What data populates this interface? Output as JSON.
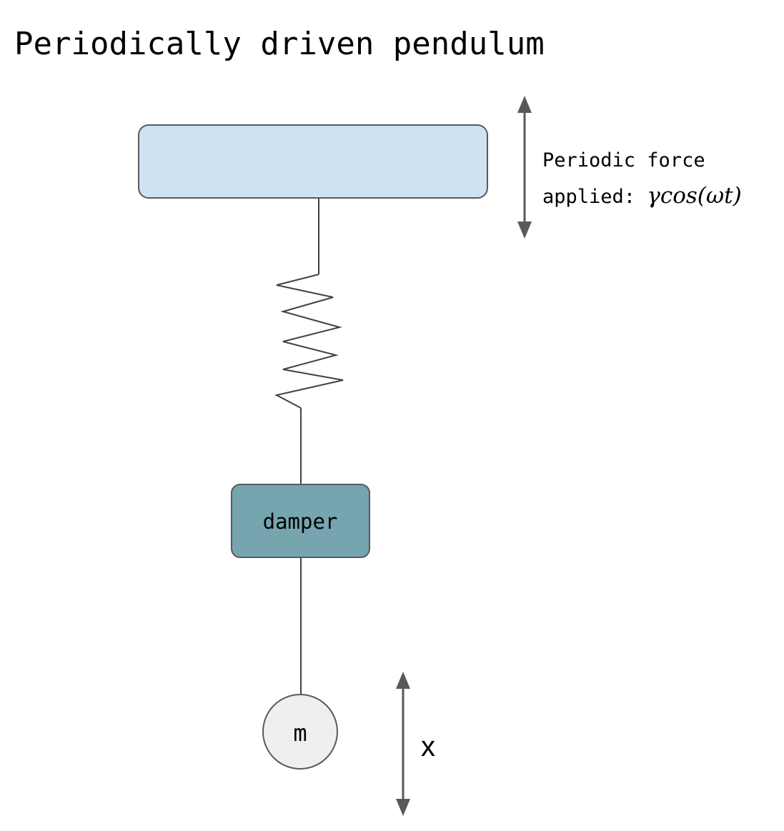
{
  "diagram": {
    "title": "Periodically driven pendulum",
    "force_label": {
      "line1": "Periodic force",
      "line2_prefix": "applied: ",
      "formula": "γcos(ωt)"
    },
    "damper_label": "damper",
    "mass_label": "m",
    "displacement_label": "x"
  },
  "colors": {
    "support_fill": "#cfe2f3",
    "damper_fill": "#76a5af",
    "mass_fill": "#efefef",
    "outline": "#595959",
    "arrow": "#595959"
  }
}
